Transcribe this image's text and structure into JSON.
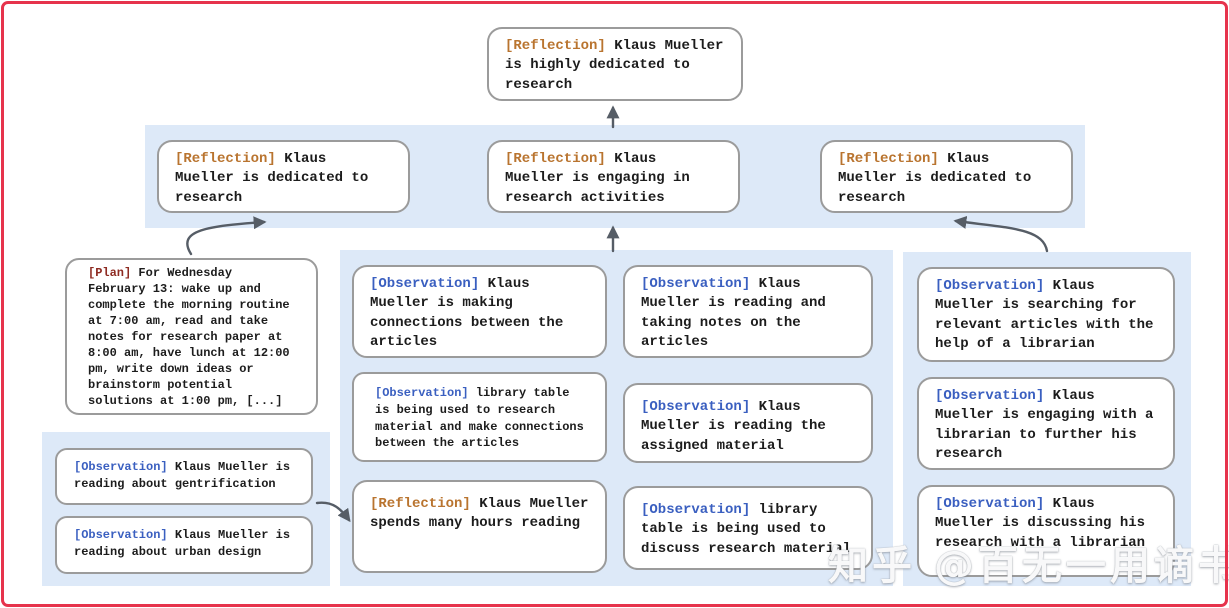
{
  "colors": {
    "frame_border": "#e6334c",
    "panel_bg": "#dde9f8",
    "box_border": "#9b9b9b",
    "reflection_tag": "#b9742f",
    "observation_tag": "#3a5fc0",
    "plan_tag": "#8e2b22",
    "arrow": "#565d66",
    "body_text": "#1c1c1c"
  },
  "tree": {
    "root": {
      "tag": "[Reflection]",
      "text": "Klaus Mueller is highly dedicated to research"
    },
    "reflections": [
      {
        "tag": "[Reflection]",
        "text": "Klaus Mueller is dedicated to research"
      },
      {
        "tag": "[Reflection]",
        "text": "Klaus Mueller is engaging in research activities"
      },
      {
        "tag": "[Reflection]",
        "text": "Klaus Mueller is dedicated to research"
      }
    ],
    "plan": {
      "tag": "[Plan]",
      "text": "For Wednesday February 13: wake up and complete the morning routine at 7:00 am, read and take notes for research paper at 8:00 am, have lunch at 12:00 pm, write down ideas or brainstorm potential solutions at 1:00 pm, [...]"
    },
    "left_panel": [
      {
        "tag": "[Observation]",
        "text": "Klaus Mueller is reading about gentrification"
      },
      {
        "tag": "[Observation]",
        "text": "Klaus Mueller is reading about urban design"
      }
    ],
    "middle_panel_col1": [
      {
        "tag": "[Observation]",
        "text": "Klaus Mueller is making connections between the articles"
      },
      {
        "tag": "[Observation]",
        "text": "library table is being used to research material and make connections between the articles"
      },
      {
        "tag": "[Reflection]",
        "text": "Klaus Mueller spends many hours reading"
      }
    ],
    "middle_panel_col2": [
      {
        "tag": "[Observation]",
        "text": "Klaus Mueller is reading and taking notes on the articles"
      },
      {
        "tag": "[Observation]",
        "text": "Klaus Mueller is reading the assigned material"
      },
      {
        "tag": "[Observation]",
        "text": "library table is being used to discuss research material"
      }
    ],
    "right_panel": [
      {
        "tag": "[Observation]",
        "text": "Klaus Mueller is searching for relevant articles with the help of a librarian"
      },
      {
        "tag": "[Observation]",
        "text": "Klaus Mueller is engaging with a librarian to further his research"
      },
      {
        "tag": "[Observation]",
        "text": "Klaus Mueller is discussing his research with a librarian"
      }
    ]
  },
  "watermark": {
    "label": "知乎 @百无一用谪书生"
  }
}
